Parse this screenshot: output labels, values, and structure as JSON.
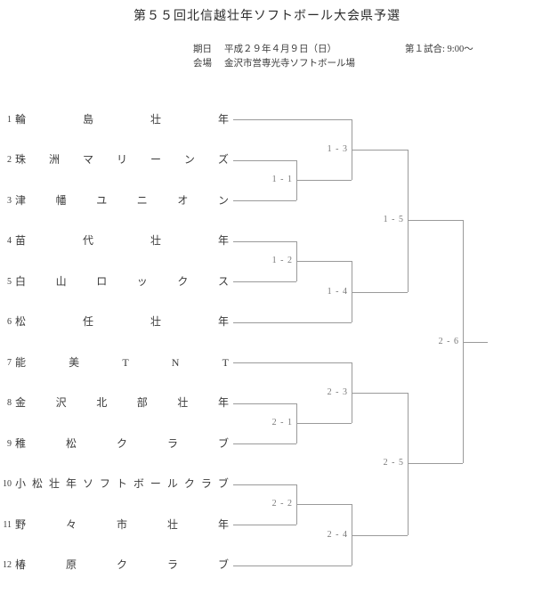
{
  "title": "第５５回北信越壮年ソフトボール大会県予選",
  "info": {
    "date_label": "期日",
    "date_value": "平成２９年４月９日（日）",
    "first_game": "第１試合: 9:00～",
    "venue_label": "会場",
    "venue_value": "金沢市営専光寺ソフトボール場"
  },
  "teams": [
    {
      "no": "1",
      "name": "輪島壮年"
    },
    {
      "no": "2",
      "name": "珠洲マリーンズ"
    },
    {
      "no": "3",
      "name": "津幡ユニオン"
    },
    {
      "no": "4",
      "name": "苗代壮年"
    },
    {
      "no": "5",
      "name": "白山ロックス"
    },
    {
      "no": "6",
      "name": "松任壮年"
    },
    {
      "no": "7",
      "name": "能美TNT"
    },
    {
      "no": "8",
      "name": "金沢北部壮年"
    },
    {
      "no": "9",
      "name": "稚松クラブ"
    },
    {
      "no": "10",
      "name": "小松壮年ソフトボールクラブ"
    },
    {
      "no": "11",
      "name": "野々市壮年"
    },
    {
      "no": "12",
      "name": "椿原クラブ"
    }
  ],
  "bracket": {
    "type": "single-elimination",
    "matches": [
      {
        "label": "1 - 1",
        "teams": [
          "2 珠洲マリーンズ",
          "3 津幡ユニオン"
        ]
      },
      {
        "label": "1 - 2",
        "teams": [
          "4 苗代壮年",
          "5 白山ロックス"
        ]
      },
      {
        "label": "1 - 3",
        "teams": [
          "1 輪島壮年",
          "winner 1-1"
        ]
      },
      {
        "label": "1 - 4",
        "teams": [
          "winner 1-2",
          "6 松任壮年"
        ]
      },
      {
        "label": "1 - 5",
        "teams": [
          "winner 1-3",
          "winner 1-4"
        ]
      },
      {
        "label": "2 - 1",
        "teams": [
          "8 金沢北部壮年",
          "9 稚松クラブ"
        ]
      },
      {
        "label": "2 - 2",
        "teams": [
          "10 小松壮年ソフトボールクラブ",
          "11 野々市壮年"
        ]
      },
      {
        "label": "2 - 3",
        "teams": [
          "7 能美TNT",
          "winner 2-1"
        ]
      },
      {
        "label": "2 - 4",
        "teams": [
          "winner 2-2",
          "12 椿原クラブ"
        ]
      },
      {
        "label": "2 - 5",
        "teams": [
          "winner 2-3",
          "winner 2-4"
        ]
      },
      {
        "label": "2 - 6",
        "teams": [
          "winner 1-5",
          "winner 2-5"
        ]
      }
    ]
  },
  "colors": {
    "line": "#9a9a9a",
    "label_text": "#787878",
    "body_text": "#3a3a3a",
    "background": "#ffffff"
  }
}
